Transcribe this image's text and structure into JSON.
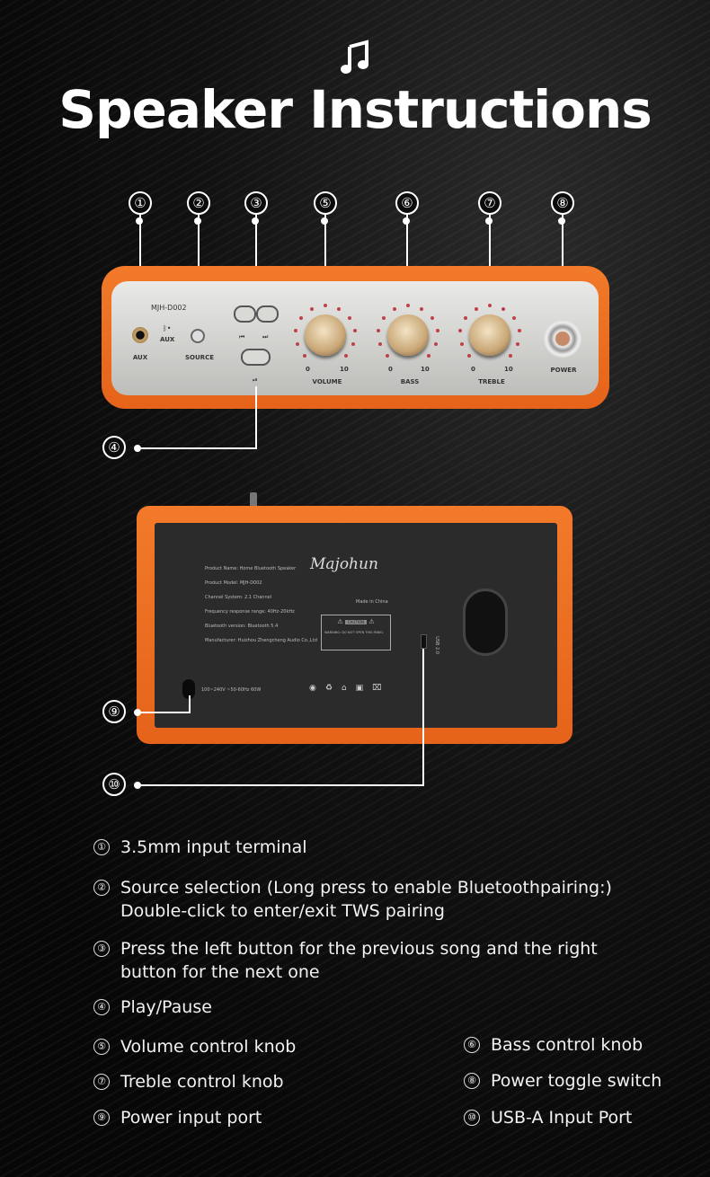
{
  "title": "Speaker Instructions",
  "icons": {
    "header": "music-note-icon"
  },
  "callouts": [
    "①",
    "②",
    "③",
    "④",
    "⑤",
    "⑥",
    "⑦",
    "⑧",
    "⑨",
    "⑩"
  ],
  "front_panel": {
    "model": "MJH-D002",
    "aux": "AUX",
    "aux_led": "AUX",
    "source": "SOURCE",
    "volume": "VOLUME",
    "bass": "BASS",
    "treble": "TREBLE",
    "power": "POWER",
    "min": "0",
    "max": "10"
  },
  "rear_panel": {
    "brand": "Majohun",
    "label_lines": [
      "Product Name: Home Bluetooth Speaker",
      "Product Model: MJH-D002",
      "Channel System: 2.1 Channel",
      "Frequency response range: 40Hz-20kHz",
      "Bluetooth version: Bluetooth 5.4",
      "Manufacturer: Huizhou Zhengcheng Audio Co.,Ltd"
    ],
    "made_in": "Made in China",
    "caution": "CAUTION",
    "warning": "WARNING: DO NOT OPEN THIS PANEL",
    "power_spec": "100~240V ~50-60Hz   60W",
    "usb": "USB 2.0"
  },
  "instructions": [
    {
      "num": "①",
      "text": "3.5mm input terminal"
    },
    {
      "num": "②",
      "text": "Source selection (Long press to enable Bluetoothpairing:) Double-click to enter/exit TWS pairing"
    },
    {
      "num": "③",
      "text": "Press the left button for the previous song and the right button for the next one"
    },
    {
      "num": "④",
      "text": "Play/Pause"
    },
    {
      "num": "⑤",
      "text": "Volume control knob"
    },
    {
      "num": "⑥",
      "text": "Bass control knob"
    },
    {
      "num": "⑦",
      "text": "Treble control knob"
    },
    {
      "num": "⑧",
      "text": "Power toggle switch"
    },
    {
      "num": "⑨",
      "text": "Power input port"
    },
    {
      "num": "⑩",
      "text": "USB-A Input Port"
    }
  ],
  "colors": {
    "accent": "#ee6d22",
    "background": "#0b0b0b"
  }
}
